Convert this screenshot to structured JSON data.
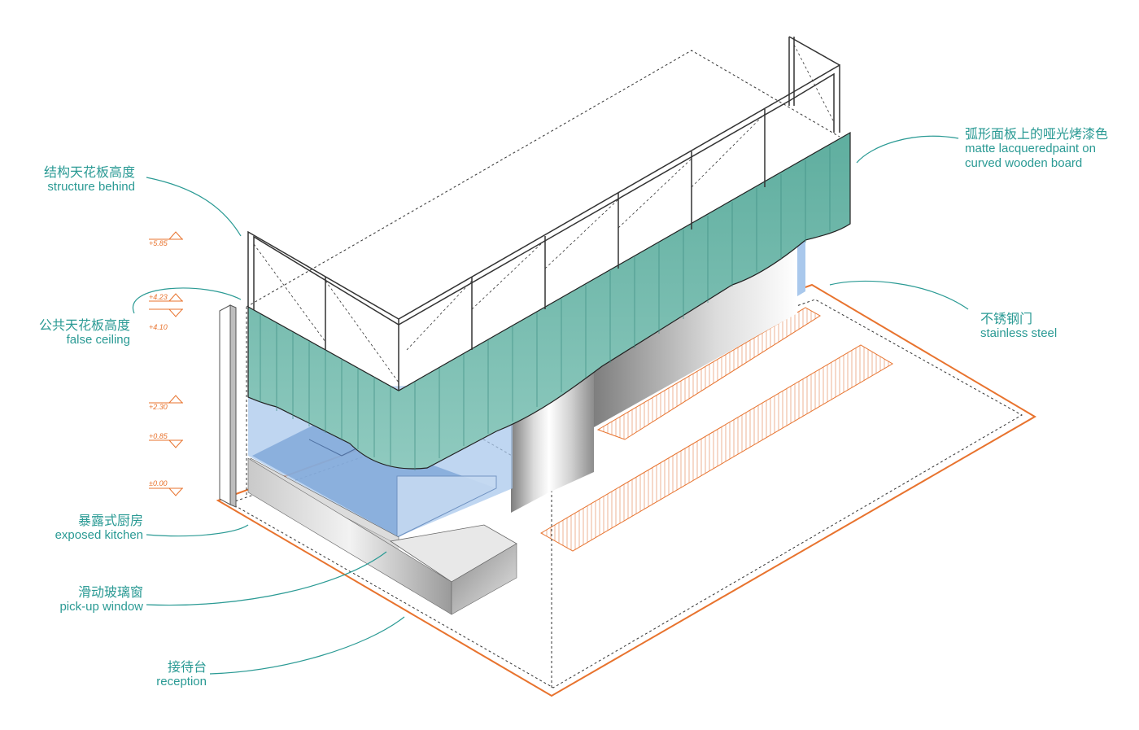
{
  "annotations": {
    "structure": {
      "zh": "结构天花板高度",
      "en": "structure behind"
    },
    "false_ceiling": {
      "zh": "公共天花板高度",
      "en": "false ceiling"
    },
    "kitchen": {
      "zh": "暴露式厨房",
      "en": "exposed kitchen"
    },
    "window": {
      "zh": "滑动玻璃窗",
      "en": "pick-up window"
    },
    "reception": {
      "zh": "接待台",
      "en": "reception"
    },
    "board": {
      "zh": "弧形面板上的哑光烤漆色",
      "en1": "matte lacqueredpaint on",
      "en2": "curved wooden board"
    },
    "steel": {
      "zh": "不锈钢门",
      "en": "stainless steel"
    }
  },
  "levels": [
    "+5.85",
    "+4.23",
    "+4.10",
    "+2.30",
    "+0.85",
    "±0.00"
  ],
  "colors": {
    "teal_text": "#2a9a94",
    "panel_teal": "#6fb8ad",
    "orange_outline": "#e8732e",
    "glass_blue": "#a9c8ec"
  }
}
